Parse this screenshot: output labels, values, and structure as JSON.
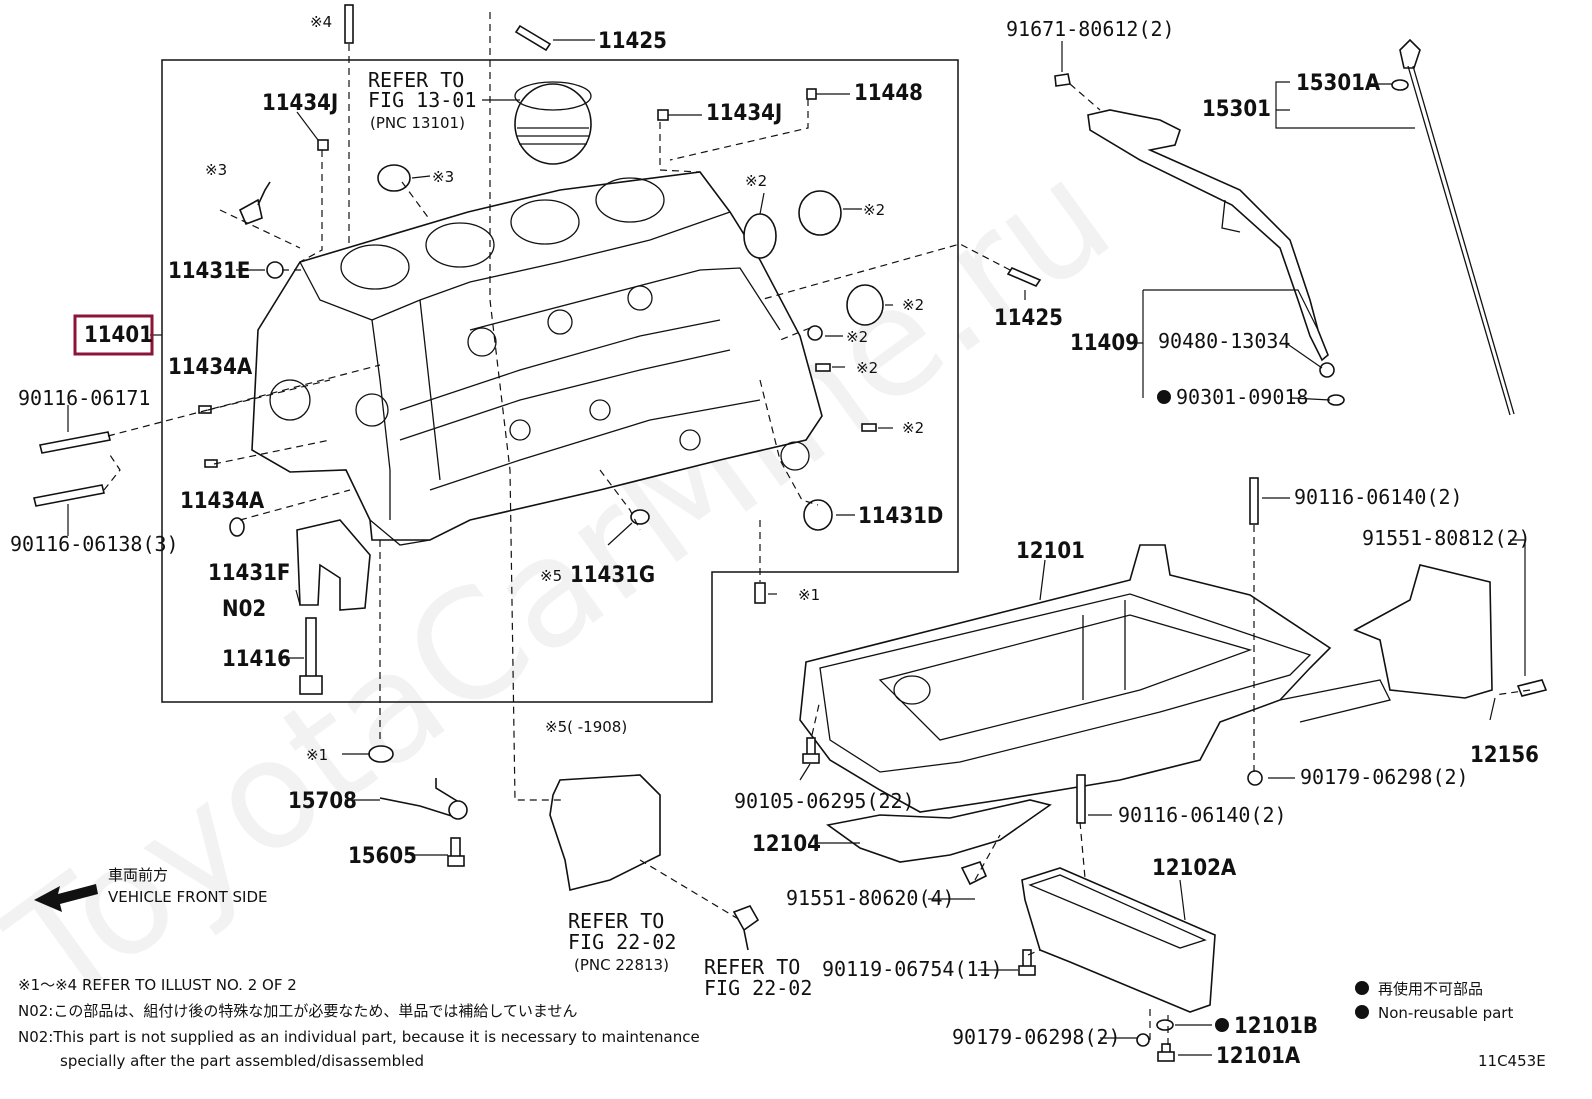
{
  "watermark": "ToyotaCarMine.ru",
  "diagram_code": "11C453E",
  "highlight_color": "#8a1538",
  "refs": {
    "piston": {
      "line1": "REFER TO",
      "line2": "FIG 13-01",
      "line3": "(PNC 13101)"
    },
    "timing": {
      "line1": "REFER TO",
      "line2": "FIG 22-02",
      "line3": "(PNC 22813)"
    },
    "bolt": {
      "line1": "REFER TO",
      "line2": "FIG 22-02"
    }
  },
  "vehicle_front": {
    "jp": "車両前方",
    "en": "VEHICLE FRONT SIDE"
  },
  "legend": {
    "jp": "再使用不可部品",
    "en": "Non-reusable part"
  },
  "footnotes": {
    "line1": "※1～※4  REFER TO ILLUST NO. 2 OF 2",
    "line2": "N02:この部品は、組付け後の特殊な加工が必要なため、単品では補給していません",
    "line3": "N02:This part is not supplied as an individual part, because it is necessary to maintenance",
    "line4": "specially after the part assembled/disassembled"
  },
  "note5": "※5(     -1908)",
  "labels": {
    "11401": "11401",
    "11425_top": "11425",
    "11425_right": "11425",
    "11434J_left": "11434J",
    "11434J_right": "11434J",
    "11448": "11448",
    "11431E": "11431E",
    "11434A_top": "11434A",
    "11434A_bot": "11434A",
    "11431F": "11431F",
    "N02": "N02",
    "11416": "11416",
    "11431D": "11431D",
    "11431G": "11431G",
    "15708": "15708",
    "15605": "15605",
    "90116_06171": "90116-06171",
    "90116_06138": "90116-06138(3)",
    "s4": "※4",
    "s3_a": "※3",
    "s3_b": "※3",
    "s2_a": "※2",
    "s2_b": "※2",
    "s2_c": "※2",
    "s2_d": "※2",
    "s2_e": "※2",
    "s2_f": "※2",
    "s1_a": "※1",
    "s1_b": "※1",
    "s5": "※5",
    "91671": "91671-80612(2)",
    "15301": "15301",
    "15301A": "15301A",
    "11409": "11409",
    "90480": "90480-13034",
    "90301": "90301-09018",
    "90116_06140_a": "90116-06140(2)",
    "91551_80812": "91551-80812(2)",
    "12101": "12101",
    "12156": "12156",
    "90105": "90105-06295(22)",
    "90179_a": "90179-06298(2)",
    "90116_06140_b": "90116-06140(2)",
    "12104": "12104",
    "91551_80620": "91551-80620(4)",
    "12102A": "12102A",
    "90119": "90119-06754(11)",
    "90179_b": "90179-06298(2)",
    "12101B": "12101B",
    "12101A": "12101A"
  }
}
